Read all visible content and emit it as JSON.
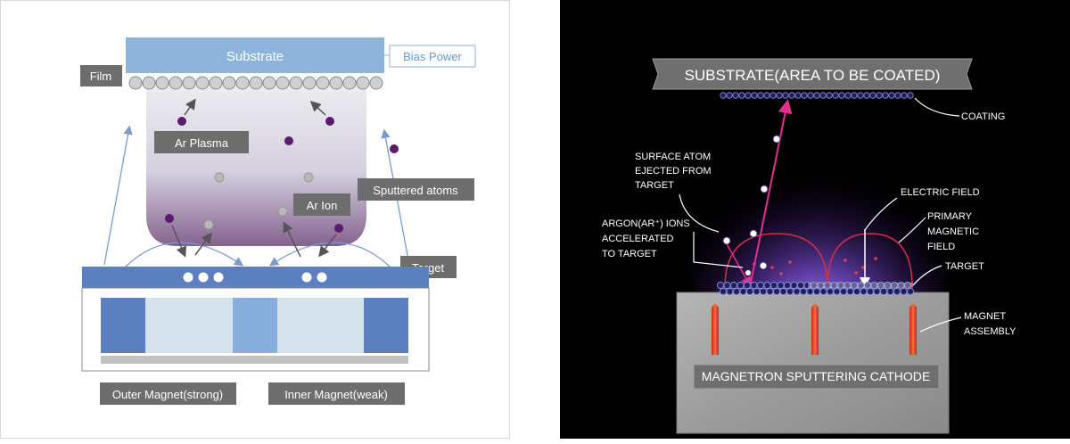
{
  "left": {
    "substrate": "Substrate",
    "bias_power": "Bias Power",
    "film": "Film",
    "ar_plasma": "Ar Plasma",
    "sputtered_atoms": "Sputtered atoms",
    "ar_ion": "Ar Ion",
    "target": "Target",
    "outer_magnet": "Outer Magnet(strong)",
    "inner_magnet": "Inner Magnet(weak)"
  },
  "right": {
    "substrate": "SUBSTRATE(AREA TO BE COATED)",
    "coating": "COATING",
    "surface_atom": [
      "SURFACE ATOM",
      "EJECTED FROM",
      "TARGET"
    ],
    "argon_ions": [
      "ARGON(AR⁺) IONS",
      "ACCELERATED",
      "TO TARGET"
    ],
    "electric_field": "ELECTRIC FIELD",
    "primary_field": [
      "PRIMARY",
      "MAGNETIC",
      "FIELD"
    ],
    "target": "TARGET",
    "magnet_assembly": [
      "MAGNET",
      "ASSEMBLY"
    ],
    "cathode": "MAGNETRON SPUTTERING CATHODE"
  },
  "colors": {
    "substrate_blue": "#8eb4dc",
    "label_gray": "#6d6d6d",
    "plate_blue": "#5c7fbf",
    "purple_dot": "#5a1a6e",
    "magenta": "#e0308f",
    "magnet_red": "#e8492a"
  }
}
